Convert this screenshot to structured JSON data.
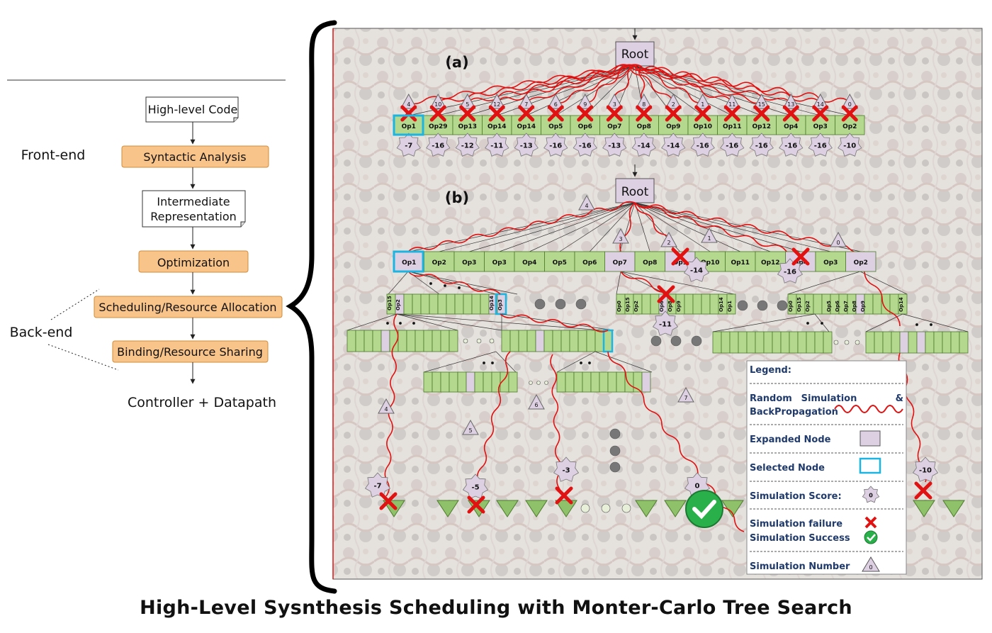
{
  "title": "High-Level Sysnthesis Scheduling with Monter-Carlo Tree Search",
  "flow": {
    "front_end_label": "Front-end",
    "back_end_label": "Back-end",
    "boxes": [
      "High-level Code",
      "Syntactic Analysis",
      "Intermediate",
      "Representation",
      "Optimization",
      "Scheduling/Resource Allocation",
      "Binding/Resource Sharing"
    ],
    "output": "Controller + Datapath"
  },
  "panel_a": {
    "label": "(a)",
    "root": "Root",
    "ops": [
      "Op1",
      "Op29",
      "Op13",
      "Op14",
      "Op14",
      "Op5",
      "Op6",
      "Op7",
      "Op8",
      "Op9",
      "Op10",
      "Op11",
      "Op12",
      "Op4",
      "Op3",
      "Op2"
    ],
    "sim_numbers": [
      "4",
      "10",
      "5",
      "12",
      "7",
      "6",
      "9",
      "3",
      "8",
      "2",
      "1",
      "11",
      "15",
      "13",
      "14",
      "0"
    ],
    "scores": [
      "-7",
      "-16",
      "-12",
      "-11",
      "-13",
      "-16",
      "-16",
      "-13",
      "-14",
      "-14",
      "-16",
      "-16",
      "-16",
      "-16",
      "-16",
      "-10"
    ]
  },
  "panel_b": {
    "label": "(b)",
    "root": "Root",
    "ops": [
      "Op1",
      "Op2",
      "Op3",
      "Op3",
      "Op4",
      "Op5",
      "Op6",
      "Op7",
      "Op8",
      "Op9",
      "Op10",
      "Op11",
      "Op12",
      "Op4",
      "Op3",
      "Op2"
    ],
    "top_sim_numbers": [
      "4",
      "3",
      "2",
      "1",
      "0"
    ],
    "level2_scores": [
      "-14",
      "-16",
      "-11"
    ],
    "mid_a": [
      "Op15",
      "Op2",
      "Op14",
      "Op3"
    ],
    "mid_b": [
      "Op0",
      "Op15",
      "Op2",
      "Op6",
      "Op8",
      "Op9",
      "Op14",
      "Op1"
    ],
    "mid_c": [
      "Op0",
      "Op15",
      "Op2",
      "Op5",
      "Op6",
      "Op7",
      "Op8",
      "Op9",
      "Op14"
    ],
    "path_sim_numbers": [
      "4",
      "5",
      "6",
      "7"
    ],
    "leaf_scores": [
      "-7",
      "-5",
      "-3",
      "0",
      "-10"
    ]
  },
  "legend": {
    "title": "Legend:",
    "rs_line1_a": "Random",
    "rs_line1_b": "Simulation",
    "rs_line1_c": "&",
    "rs_line2": "BackPropagation",
    "expanded": "Expanded Node",
    "selected": "Selected Node",
    "score": "Simulation Score:",
    "score_val": "0",
    "failure": "Simulation failure",
    "success": "Simulation Success",
    "number": "Simulation Number",
    "number_val": "0"
  },
  "colors": {
    "op_fill": "#b5d88f",
    "op_stroke": "#4c7a2a",
    "expanded_fill": "#ddd0e3",
    "selected": "#1cb4e0",
    "red": "#e01212",
    "flow_box": "#f9c489",
    "flow_border": "#d18d3a"
  }
}
